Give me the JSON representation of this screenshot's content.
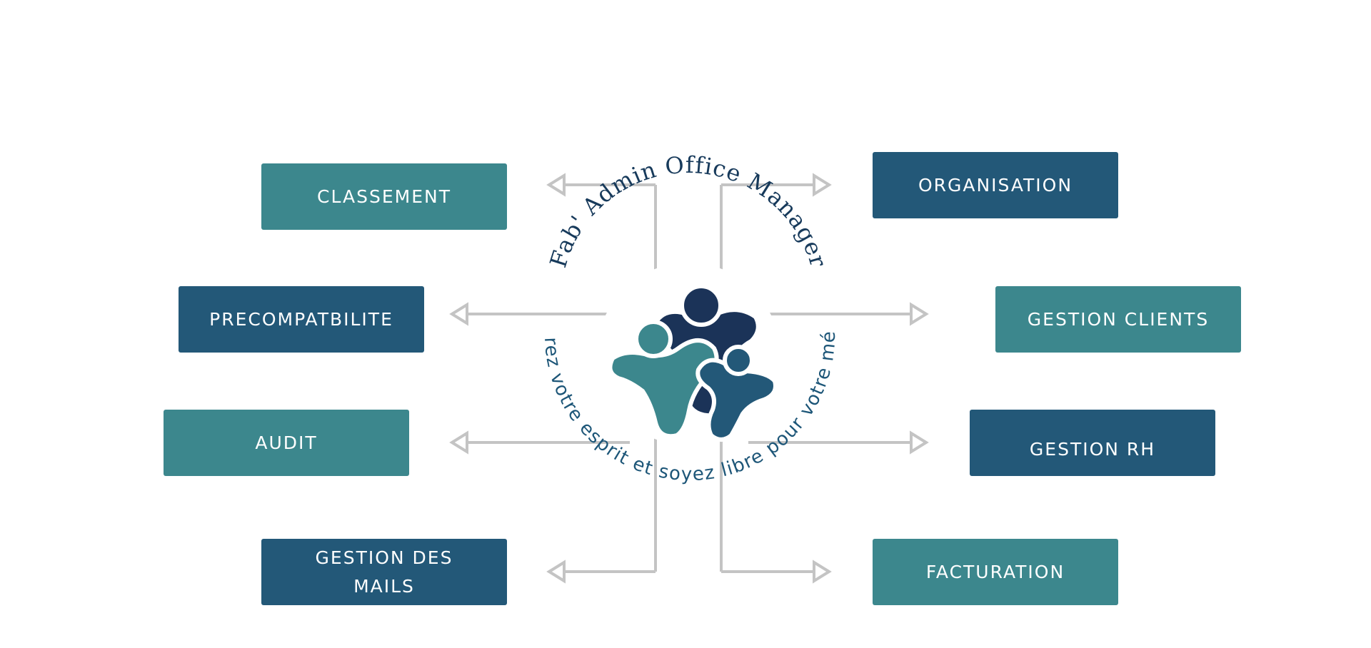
{
  "colors": {
    "teal": "#3c878d",
    "navy": "#235878",
    "dark_navy": "#1b3358",
    "arrow_gray": "#c4c4c4"
  },
  "center": {
    "title": "Fab' Admin Office Manager",
    "slogan": "Libérez votre esprit et soyez libre pour votre métier",
    "logo_icon": "people-group-icon"
  },
  "left_items": [
    {
      "label": "CLASSEMENT",
      "color": "teal"
    },
    {
      "label": "PRECOMPATBILITE",
      "color": "navy"
    },
    {
      "label": "AUDIT",
      "color": "teal"
    },
    {
      "label": "GESTION DES MAILS",
      "color": "navy"
    }
  ],
  "right_items": [
    {
      "label": "ORGANISATION",
      "color": "navy"
    },
    {
      "label": "GESTION CLIENTS",
      "color": "teal"
    },
    {
      "label": "GESTION RH",
      "color": "navy"
    },
    {
      "label": "FACTURATION",
      "color": "teal"
    }
  ]
}
